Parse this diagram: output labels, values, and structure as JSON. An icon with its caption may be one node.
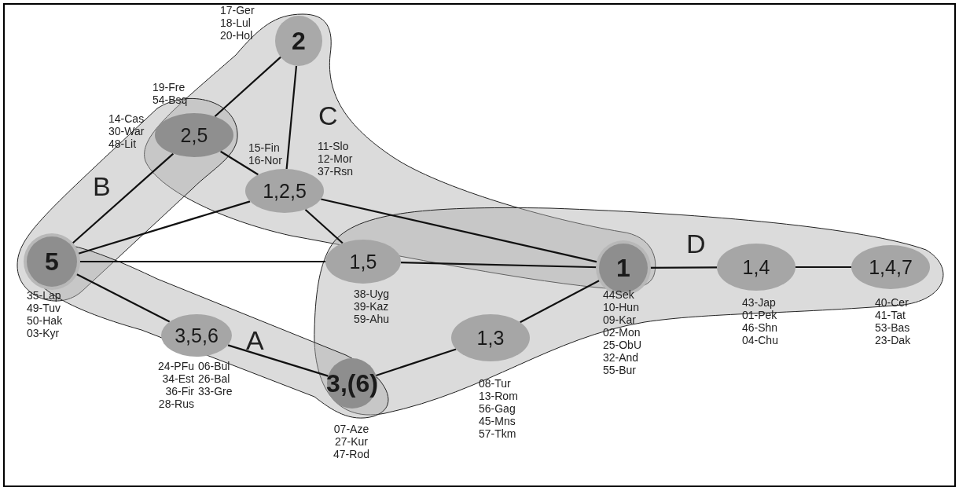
{
  "diagram": {
    "nodes": [
      {
        "text": [
          "2"
        ],
        "beside": [
          "17-Ger",
          "18-Lul",
          "20-Hol"
        ]
      },
      {
        "text": [
          "2,5"
        ],
        "beside": [
          "19-Fre",
          "54-Bsq",
          "14-Cas",
          "30-War",
          "48-Lit"
        ]
      },
      {
        "text": [
          "1,2,5"
        ],
        "beside": [
          "15-Fin",
          "16-Nor",
          "11-Slo",
          "12-Mor",
          "37-Rsn"
        ]
      },
      {
        "text": [
          "5"
        ],
        "beside": [
          "35-Lap",
          "49-Tuv",
          "50-Hak",
          "03-Kyr"
        ]
      },
      {
        "text": [
          "1,5"
        ],
        "beside": [
          "38-Uyg",
          "39-Kaz",
          "59-Ahu"
        ]
      },
      {
        "text": [
          "1"
        ],
        "beside": [
          "44Sek",
          "10-Hun",
          "09-Kar",
          "02-Mon",
          "25-ObU",
          "32-And",
          "55-Bur"
        ]
      },
      {
        "text": [
          "1,4"
        ],
        "beside": [
          "43-Jap",
          "01-Pek",
          "46-Shn",
          "04-Chu"
        ]
      },
      {
        "text": [
          "1,4,7"
        ],
        "beside": [
          "40-Cer",
          "41-Tat",
          "53-Bas",
          "23-Dak"
        ]
      },
      {
        "text": [
          "3,5,6"
        ],
        "beside": [
          "24-PFu",
          "34-Est",
          "36-Fir",
          "28-Rus",
          "06-Bul",
          "26-Bal",
          "33-Gre"
        ]
      },
      {
        "text": [
          "1,3"
        ],
        "beside": [
          "08-Tur",
          "13-Rom",
          "56-Gag",
          "45-Mns",
          "57-Tkm"
        ]
      },
      {
        "text": [
          "3,(6)"
        ],
        "beside": [
          "07-Aze",
          "27-Kur",
          "47-Rod"
        ]
      }
    ],
    "labels": [
      "C",
      "B",
      "D",
      "A"
    ],
    "edges": [
      {
        "from": 0,
        "to": 1,
        "arrow": "none"
      },
      {
        "from": 0,
        "to": 2,
        "arrow": "none"
      },
      {
        "from": 1,
        "to": 3,
        "arrow": "none"
      },
      {
        "from": 1,
        "to": 2,
        "arrow": "none"
      },
      {
        "from": 2,
        "to": 3,
        "arrow": "none"
      },
      {
        "from": 2,
        "to": 4,
        "arrow": "none"
      },
      {
        "from": 2,
        "to": 5,
        "arrow": "none"
      },
      {
        "from": 3,
        "to": 4,
        "arrow": "none"
      },
      {
        "from": 3,
        "to": 8,
        "arrow": "none"
      },
      {
        "from": 4,
        "to": 5,
        "arrow": "none"
      },
      {
        "from": 8,
        "to": 10,
        "arrow": "none"
      },
      {
        "from": 10,
        "to": 9,
        "arrow": "none"
      },
      {
        "from": 9,
        "to": 5,
        "arrow": "none"
      },
      {
        "from": 5,
        "to": 6,
        "arrow": "none"
      },
      {
        "from": 6,
        "to": 7,
        "arrow": "none"
      }
    ]
  }
}
